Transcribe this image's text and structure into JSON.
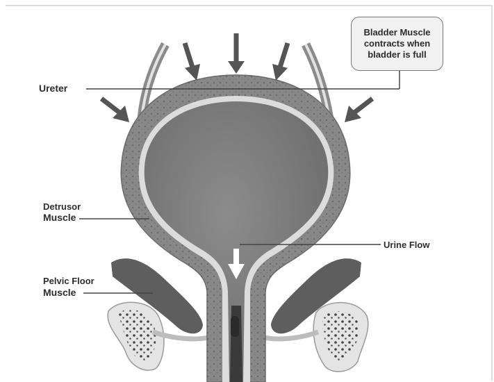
{
  "labels": {
    "ureter": "Ureter",
    "callout": "Bladder Muscle\ncontracts when\nbladder is full",
    "detrusor_line1": "Detrusor",
    "detrusor_line2": "Muscle",
    "urine_flow": "Urine Flow",
    "pelvic_line1": "Pelvic Floor",
    "pelvic_line2": "Muscle"
  },
  "colors": {
    "wall": "#8a8a8a",
    "lumen": "#7d7d7d",
    "lining": "#d8d8d8",
    "muscle": "#5e5e5e",
    "bone": "#e4e4e4",
    "arrow": "#555555"
  }
}
